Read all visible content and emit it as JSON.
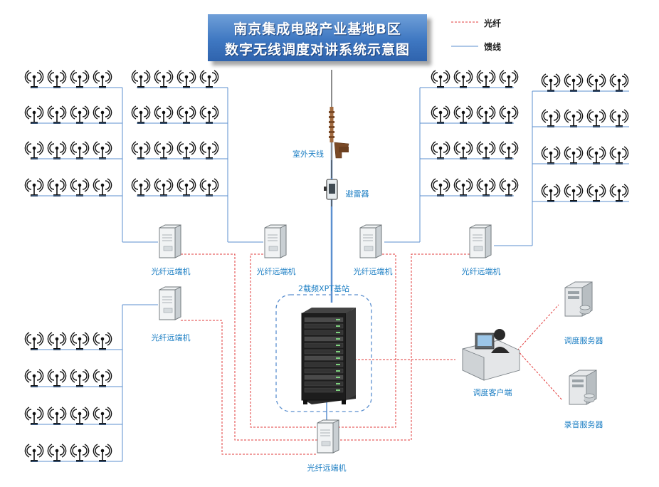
{
  "title": {
    "line1": "南京集成电路产业基地B区",
    "line2": "数字无线调度对讲系统示意图"
  },
  "legend": {
    "fiber_label": "光纤",
    "cable_label": "馈线",
    "fiber_color": "#e23b3b",
    "cable_color": "#5b8fcf"
  },
  "labels": {
    "outdoor_antenna": "室外天线",
    "surge_arrester": "避雷器",
    "base_station": "2载频XPT基站",
    "remote_unit": "光纤远端机",
    "dispatch_client": "调度客户端",
    "dispatch_server": "调度服务器",
    "recording_server": "录音服务器"
  },
  "icons": {
    "indoor_antenna": "indoor-antenna-icon",
    "remote_unit": "fiber-remote-unit-icon",
    "rack": "server-rack-icon",
    "server": "server-tower-icon",
    "operator": "operator-workstation-icon",
    "outdoor_antenna": "outdoor-antenna-icon",
    "arrester": "surge-arrester-icon"
  }
}
